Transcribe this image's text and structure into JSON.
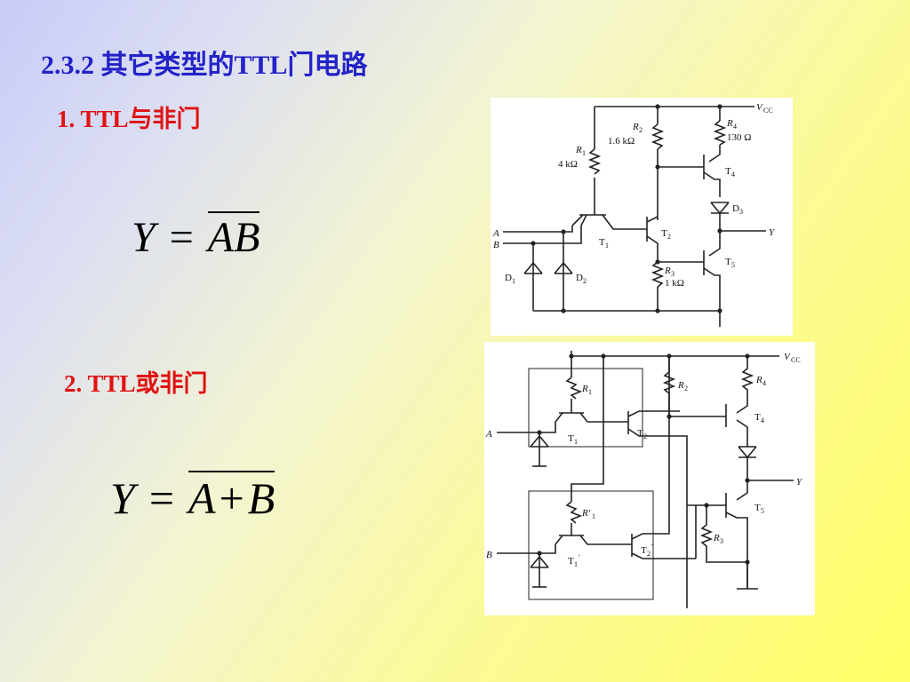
{
  "slide": {
    "title": "2.3.2  其它类型的TTL门电路",
    "section1": {
      "heading": "1. TTL与非门",
      "formula": {
        "lhs": "Y",
        "eq": "=",
        "rhs": "AB"
      }
    },
    "section2": {
      "heading": "2. TTL或非门",
      "formula": {
        "lhs": "Y",
        "eq": "=",
        "a": "A",
        "op": "+",
        "b": "B"
      }
    }
  },
  "nand_circuit": {
    "vcc": "V",
    "vcc_sub": "CC",
    "r1": "R",
    "r1_sub": "1",
    "r1_val": "4 kΩ",
    "r2": "R",
    "r2_sub": "2",
    "r2_val": "1.6 kΩ",
    "r3": "R",
    "r3_sub": "3",
    "r3_val": "1 kΩ",
    "r4": "R",
    "r4_sub": "4",
    "r4_val": "130 Ω",
    "t1": "T",
    "t1_sub": "1",
    "t2": "T",
    "t2_sub": "2",
    "t4": "T",
    "t4_sub": "4",
    "t5": "T",
    "t5_sub": "5",
    "d1": "D",
    "d1_sub": "1",
    "d2": "D",
    "d2_sub": "2",
    "d3": "D",
    "d3_sub": "3",
    "in_a": "A",
    "in_b": "B",
    "out_y": "Y"
  },
  "nor_circuit": {
    "vcc": "V",
    "vcc_sub": "CC",
    "r1": "R",
    "r1_sub": "1",
    "r1p": "R′",
    "r1p_sub": "1",
    "r2": "R",
    "r2_sub": "2",
    "r3": "R",
    "r3_sub": "3",
    "r4": "R",
    "r4_sub": "4",
    "t1": "T",
    "t1_sub": "1",
    "t1p": "T",
    "t1p_sub": "1",
    "t1p_prime": "′",
    "t2": "T",
    "t2_sub": "2",
    "t2p": "T",
    "t2p_sub": "2",
    "t2p_prime": "′",
    "t4": "T",
    "t4_sub": "4",
    "t5": "T",
    "t5_sub": "5",
    "in_a": "A",
    "in_b": "B",
    "out_y": "Y"
  }
}
